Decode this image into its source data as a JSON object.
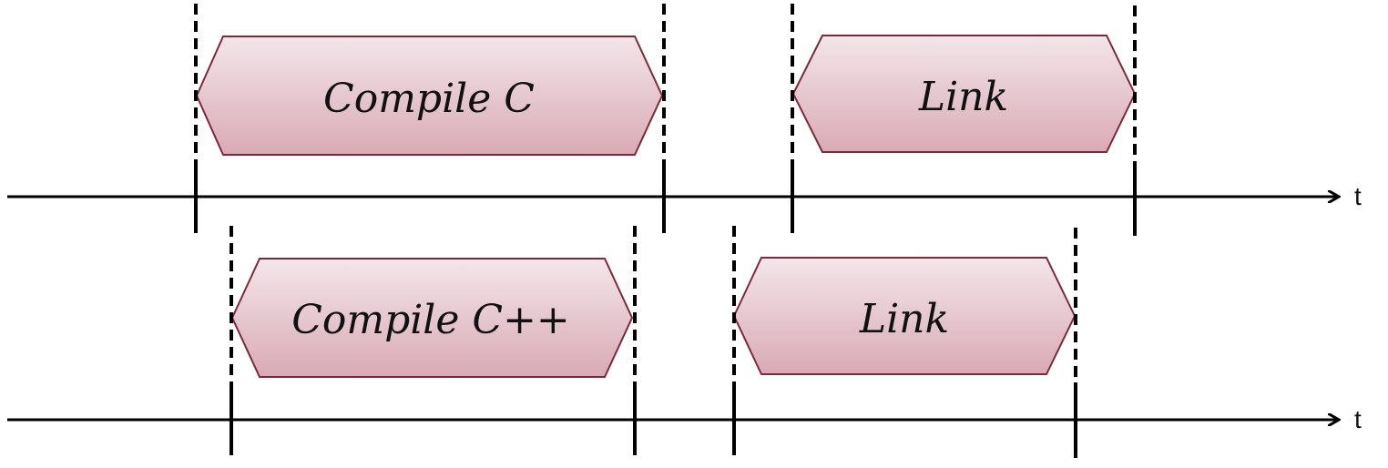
{
  "timelines": [
    {
      "axis_label": "t",
      "phases": [
        {
          "label": "Compile C"
        },
        {
          "label": "Link"
        }
      ]
    },
    {
      "axis_label": "t",
      "phases": [
        {
          "label": "Compile C++"
        },
        {
          "label": "Link"
        }
      ]
    }
  ],
  "colors": {
    "phase_fill_top": "#f3e6ea",
    "phase_fill_bottom": "#d9aab5",
    "phase_stroke": "#7a2a3a",
    "axis": "#000000",
    "marker": "#000000"
  }
}
